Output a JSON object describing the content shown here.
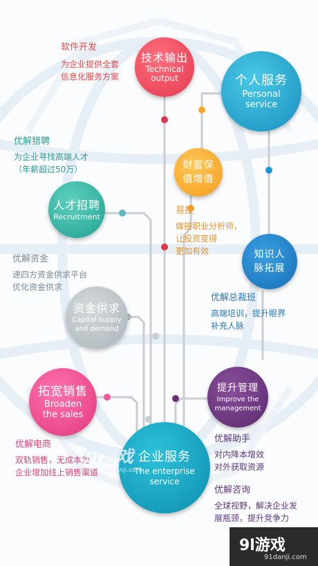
{
  "nodes": {
    "tech": {
      "zh": "技术输出",
      "en1": "Technical",
      "en2": "output"
    },
    "personal": {
      "zh": "个人服务",
      "en1": "Personal",
      "en2": "service"
    },
    "wealth": {
      "zh1": "财富保",
      "zh2": "值增值"
    },
    "recruit": {
      "zh": "人才招聘",
      "en": "Recruitment"
    },
    "network": {
      "zh1": "知识人",
      "zh2": "脉拓展"
    },
    "capital": {
      "zh": "资金供求",
      "en1": "Capital supply",
      "en2": "and demand"
    },
    "improve": {
      "zh": "提升管理",
      "en1": "Improve the",
      "en2": "management"
    },
    "sales": {
      "zh": "拓宽销售",
      "en1": "Broaden",
      "en2": "the sales"
    },
    "enterprise": {
      "zh": "企业服务",
      "en1": "The enterprise",
      "en2": "service"
    }
  },
  "notes": {
    "software": {
      "title": "软件开发",
      "l1": "为企业提供全套",
      "l2": "信息化服务方案"
    },
    "headhunt": {
      "title": "优解猎聘",
      "l1": "为企业寻找高端人才",
      "l2": "（年薪超过50万）"
    },
    "yitou": {
      "title": "易投",
      "l1": "嫁接职业分析师，",
      "l2": "让投资变得",
      "l3": "更加有效"
    },
    "funds": {
      "title": "优解资金",
      "l1": "递四方资金供求平台",
      "l2": "优化资金供求"
    },
    "ceo": {
      "title": "优解总裁班",
      "l1": "高端培训，提升眼界",
      "l2": "补充人脉"
    },
    "ecommerce": {
      "title": "优解电商",
      "l1": "双轨销售，无成本为",
      "l2": "企业增加线上销售渠道"
    },
    "assistant": {
      "title": "优解助手",
      "l1": "对内降本增效",
      "l2": "对外获取资源"
    },
    "consult": {
      "title": "优解咨询",
      "l1": "全球视野，解决企业发",
      "l2": "展瓶颈，提升竞争力"
    }
  },
  "watermark": {
    "center": "9l游戏",
    "center_sub": "91danji.com",
    "brand": "9l游戏",
    "site": "91danji.com"
  }
}
